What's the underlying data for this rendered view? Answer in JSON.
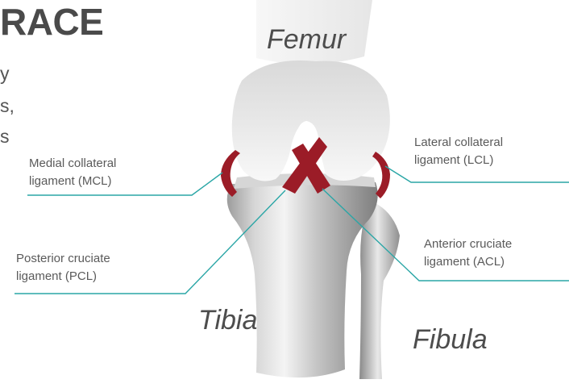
{
  "page": {
    "heading_fragment": "RACE",
    "body_fragments": [
      "y",
      "s,",
      "s"
    ]
  },
  "bones": {
    "femur": "Femur",
    "tibia": "Tibia",
    "fibula": "Fibula"
  },
  "ligaments": {
    "mcl": {
      "line1": "Medial collateral",
      "line2": "ligament (MCL)"
    },
    "lcl": {
      "line1": "Lateral collateral",
      "line2": "ligament (LCL)"
    },
    "pcl": {
      "line1": "Posterior cruciate",
      "line2": "ligament (PCL)"
    },
    "acl": {
      "line1": "Anterior cruciate",
      "line2": "ligament (ACL)"
    }
  },
  "colors": {
    "leader_line": "#2aa6a6",
    "ligament": "#9b1c27",
    "bone_light": "#f2f2f2",
    "bone_dark": "#9a9a9a",
    "text": "#555555"
  }
}
